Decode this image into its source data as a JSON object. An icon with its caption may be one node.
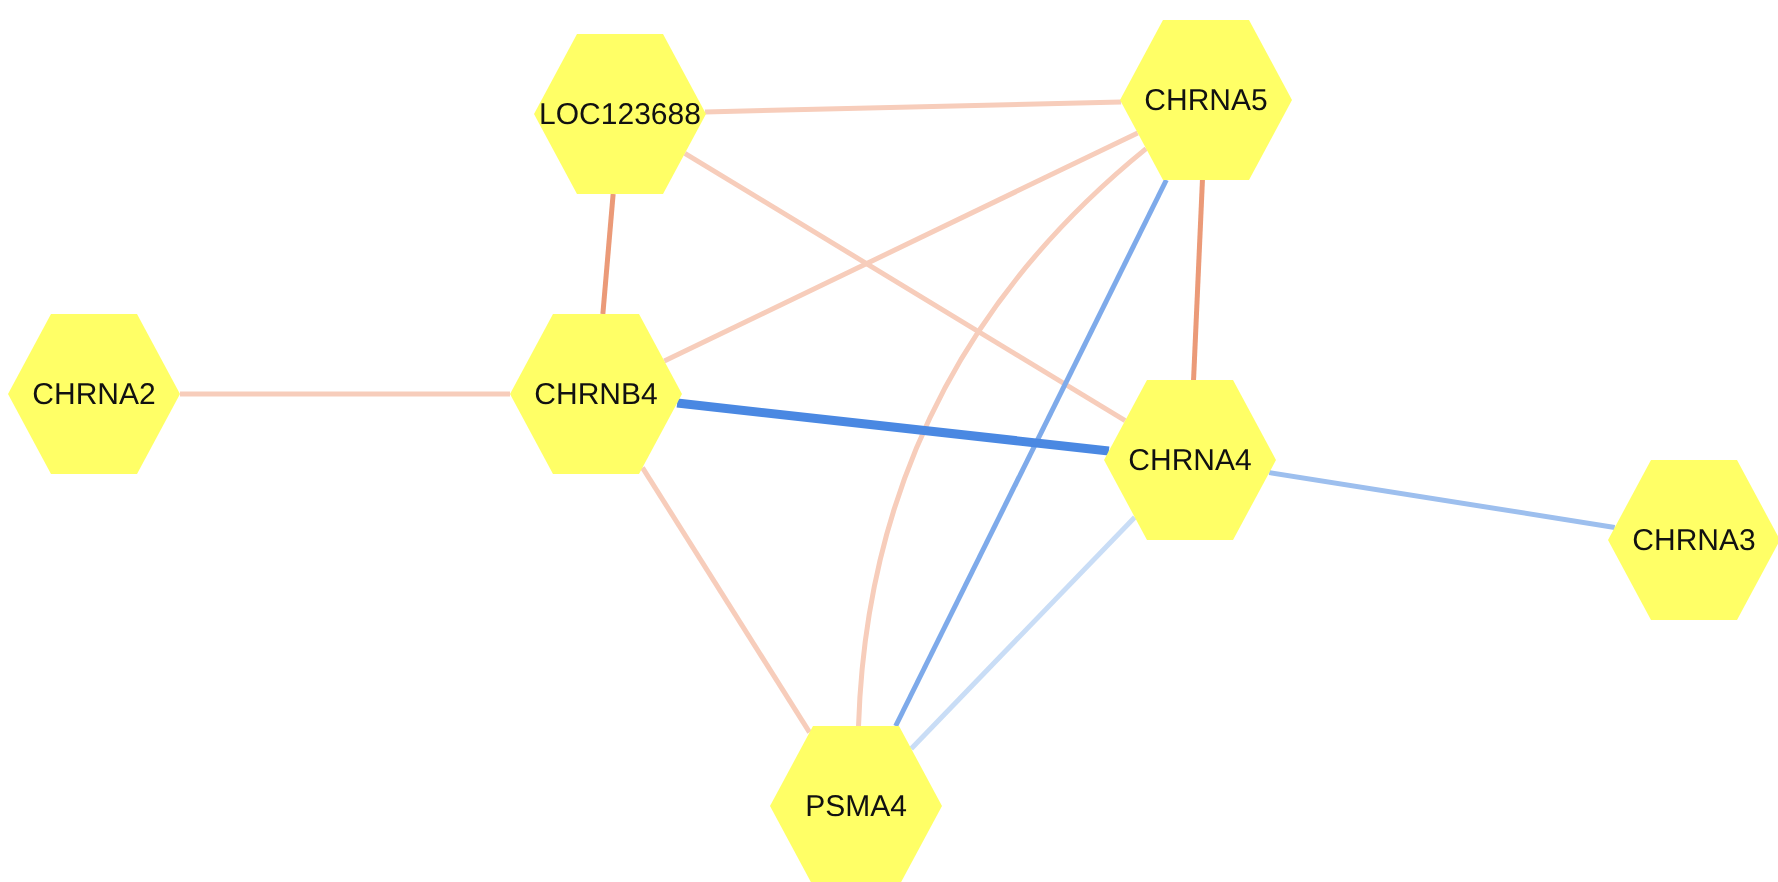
{
  "diagram": {
    "nodes": [
      {
        "text": [
          "LOC123688"
        ]
      },
      {
        "text": [
          "CHRNA5"
        ]
      },
      {
        "text": [
          "CHRNA2"
        ]
      },
      {
        "text": [
          "CHRNB4"
        ]
      },
      {
        "text": [
          "CHRNA4"
        ]
      },
      {
        "text": [
          "CHRNA3"
        ]
      },
      {
        "text": [
          "PSMA4"
        ]
      }
    ],
    "edges": [
      {
        "from": 0,
        "to": 1,
        "arrow": "none"
      },
      {
        "from": 0,
        "to": 3,
        "arrow": "none",
        "color": "#eb9a78"
      },
      {
        "from": 0,
        "to": 4,
        "arrow": "none"
      },
      {
        "from": 1,
        "to": 3,
        "arrow": "none"
      },
      {
        "from": 1,
        "to": 4,
        "arrow": "none",
        "color": "#eb9a78"
      },
      {
        "from": 1,
        "to": 6,
        "arrow": "none",
        "color": "#7eaaea"
      },
      {
        "from": 1,
        "to": 6,
        "arrow": "none"
      },
      {
        "from": 2,
        "to": 3,
        "arrow": "none"
      },
      {
        "from": 3,
        "to": 4,
        "arrow": "none",
        "color": "#4a88e2",
        "style": "thick"
      },
      {
        "from": 3,
        "to": 6,
        "arrow": "none"
      },
      {
        "from": 4,
        "to": 5,
        "arrow": "none",
        "color": "#9dbfee"
      },
      {
        "from": 4,
        "to": 6,
        "arrow": "none",
        "color": "#c9ddf6"
      }
    ]
  }
}
